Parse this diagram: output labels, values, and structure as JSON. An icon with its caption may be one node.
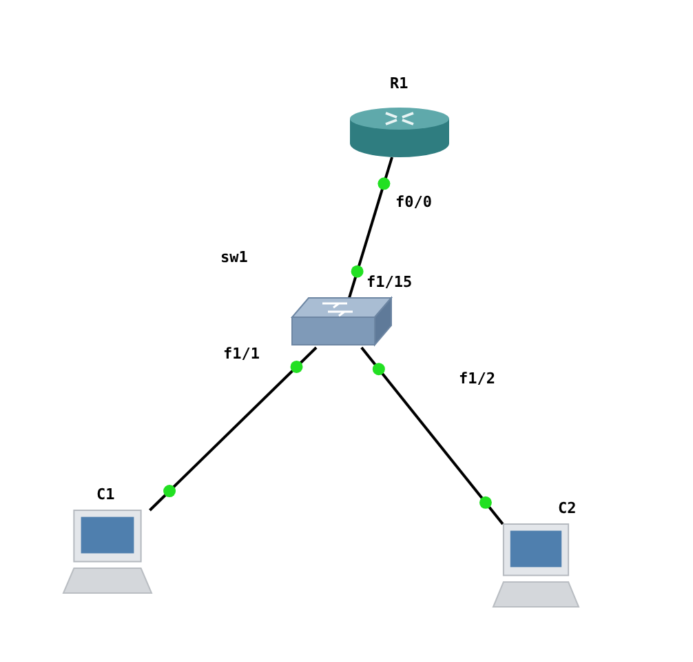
{
  "diagram": {
    "nodes": [
      {
        "text": [
          "R1"
        ]
      },
      {
        "text": [
          "sw1"
        ]
      },
      {
        "text": [
          "C1"
        ]
      },
      {
        "text": [
          "C2"
        ]
      }
    ],
    "edges": [
      {
        "from": 0,
        "to": 1,
        "arrow": "none"
      },
      {
        "from": 1,
        "to": 2,
        "arrow": "none"
      },
      {
        "from": 1,
        "to": 3,
        "arrow": "none"
      }
    ],
    "labels": [
      "f0/0",
      "f1/15",
      "f1/1",
      "f1/2"
    ]
  }
}
